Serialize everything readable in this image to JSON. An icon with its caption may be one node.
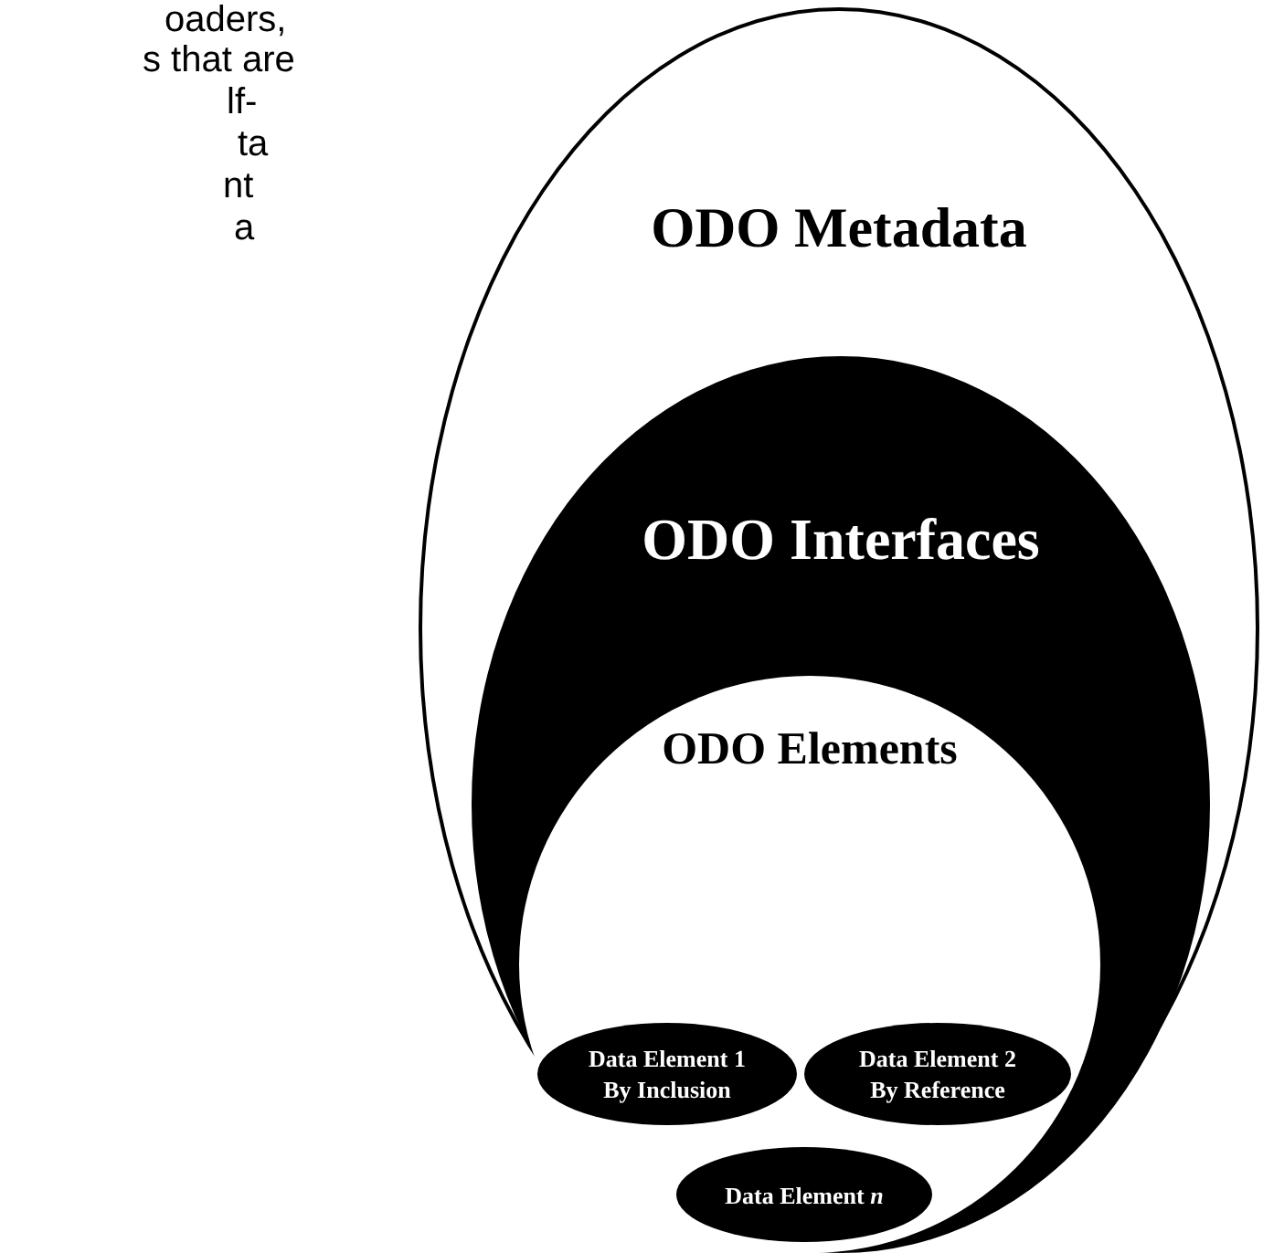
{
  "diagram": {
    "nodes": [
      {
        "text": [
          "ODO Metadata"
        ]
      },
      {
        "text": [
          "ODO Interfaces"
        ],
        "in": 0
      },
      {
        "text": [
          "ODO Elements"
        ],
        "in": 1
      },
      {
        "text": [
          "Data Element 1 By Inclusion"
        ],
        "in": 2
      },
      {
        "text": [
          "Data Element 2 By Reference"
        ],
        "in": 2
      },
      {
        "text": [
          "Data Element *n*"
        ],
        "in": 2
      }
    ],
    "labels": [
      "oaders,",
      "s that are",
      "lf-",
      "ta",
      "nt",
      "a"
    ]
  }
}
